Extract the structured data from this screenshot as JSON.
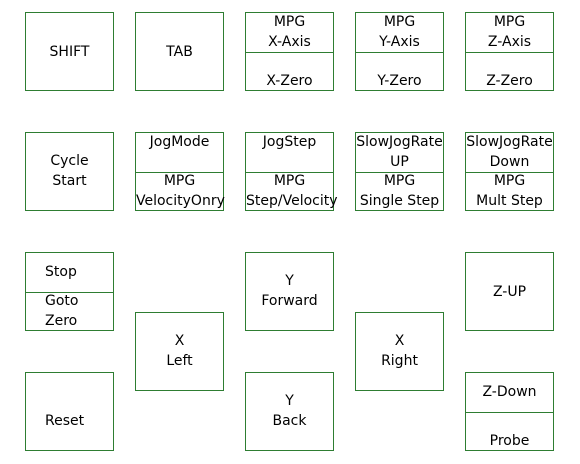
{
  "colors": {
    "border": "#2e7d32",
    "background": "#ffffff",
    "text": "#000000"
  },
  "keys": {
    "shift": {
      "label": "SHIFT"
    },
    "tab": {
      "label": "TAB"
    },
    "mpg_x": {
      "top1": "MPG",
      "top2": "X-Axis",
      "bottom": "X-Zero"
    },
    "mpg_y": {
      "top1": "MPG",
      "top2": "Y-Axis",
      "bottom": "Y-Zero"
    },
    "mpg_z": {
      "top1": "MPG",
      "top2": "Z-Axis",
      "bottom": "Z-Zero"
    },
    "cycle_start": {
      "line1": "Cycle",
      "line2": "Start"
    },
    "jog_mode": {
      "top": "JogMode",
      "bottom1": "MPG",
      "bottom2": "VelocityOnry"
    },
    "jog_step": {
      "top": "JogStep",
      "bottom1": "MPG",
      "bottom2": "Step/Velocity"
    },
    "slow_up": {
      "top1": "SlowJogRate",
      "top2": "UP",
      "bottom1": "MPG",
      "bottom2": "Single Step"
    },
    "slow_down": {
      "top1": "SlowJogRate",
      "top2": "Down",
      "bottom1": "MPG",
      "bottom2": "Mult Step"
    },
    "stop_goto": {
      "top": "Stop",
      "bottom1": "Goto",
      "bottom2": "Zero"
    },
    "y_forward": {
      "line1": "Y",
      "line2": "Forward"
    },
    "z_up": {
      "label": "Z-UP"
    },
    "x_left": {
      "line1": "X",
      "line2": "Left"
    },
    "x_right": {
      "line1": "X",
      "line2": "Right"
    },
    "reset": {
      "label": "Reset"
    },
    "y_back": {
      "line1": "Y",
      "line2": "Back"
    },
    "z_down_probe": {
      "top": "Z-Down",
      "bottom": "Probe"
    }
  }
}
